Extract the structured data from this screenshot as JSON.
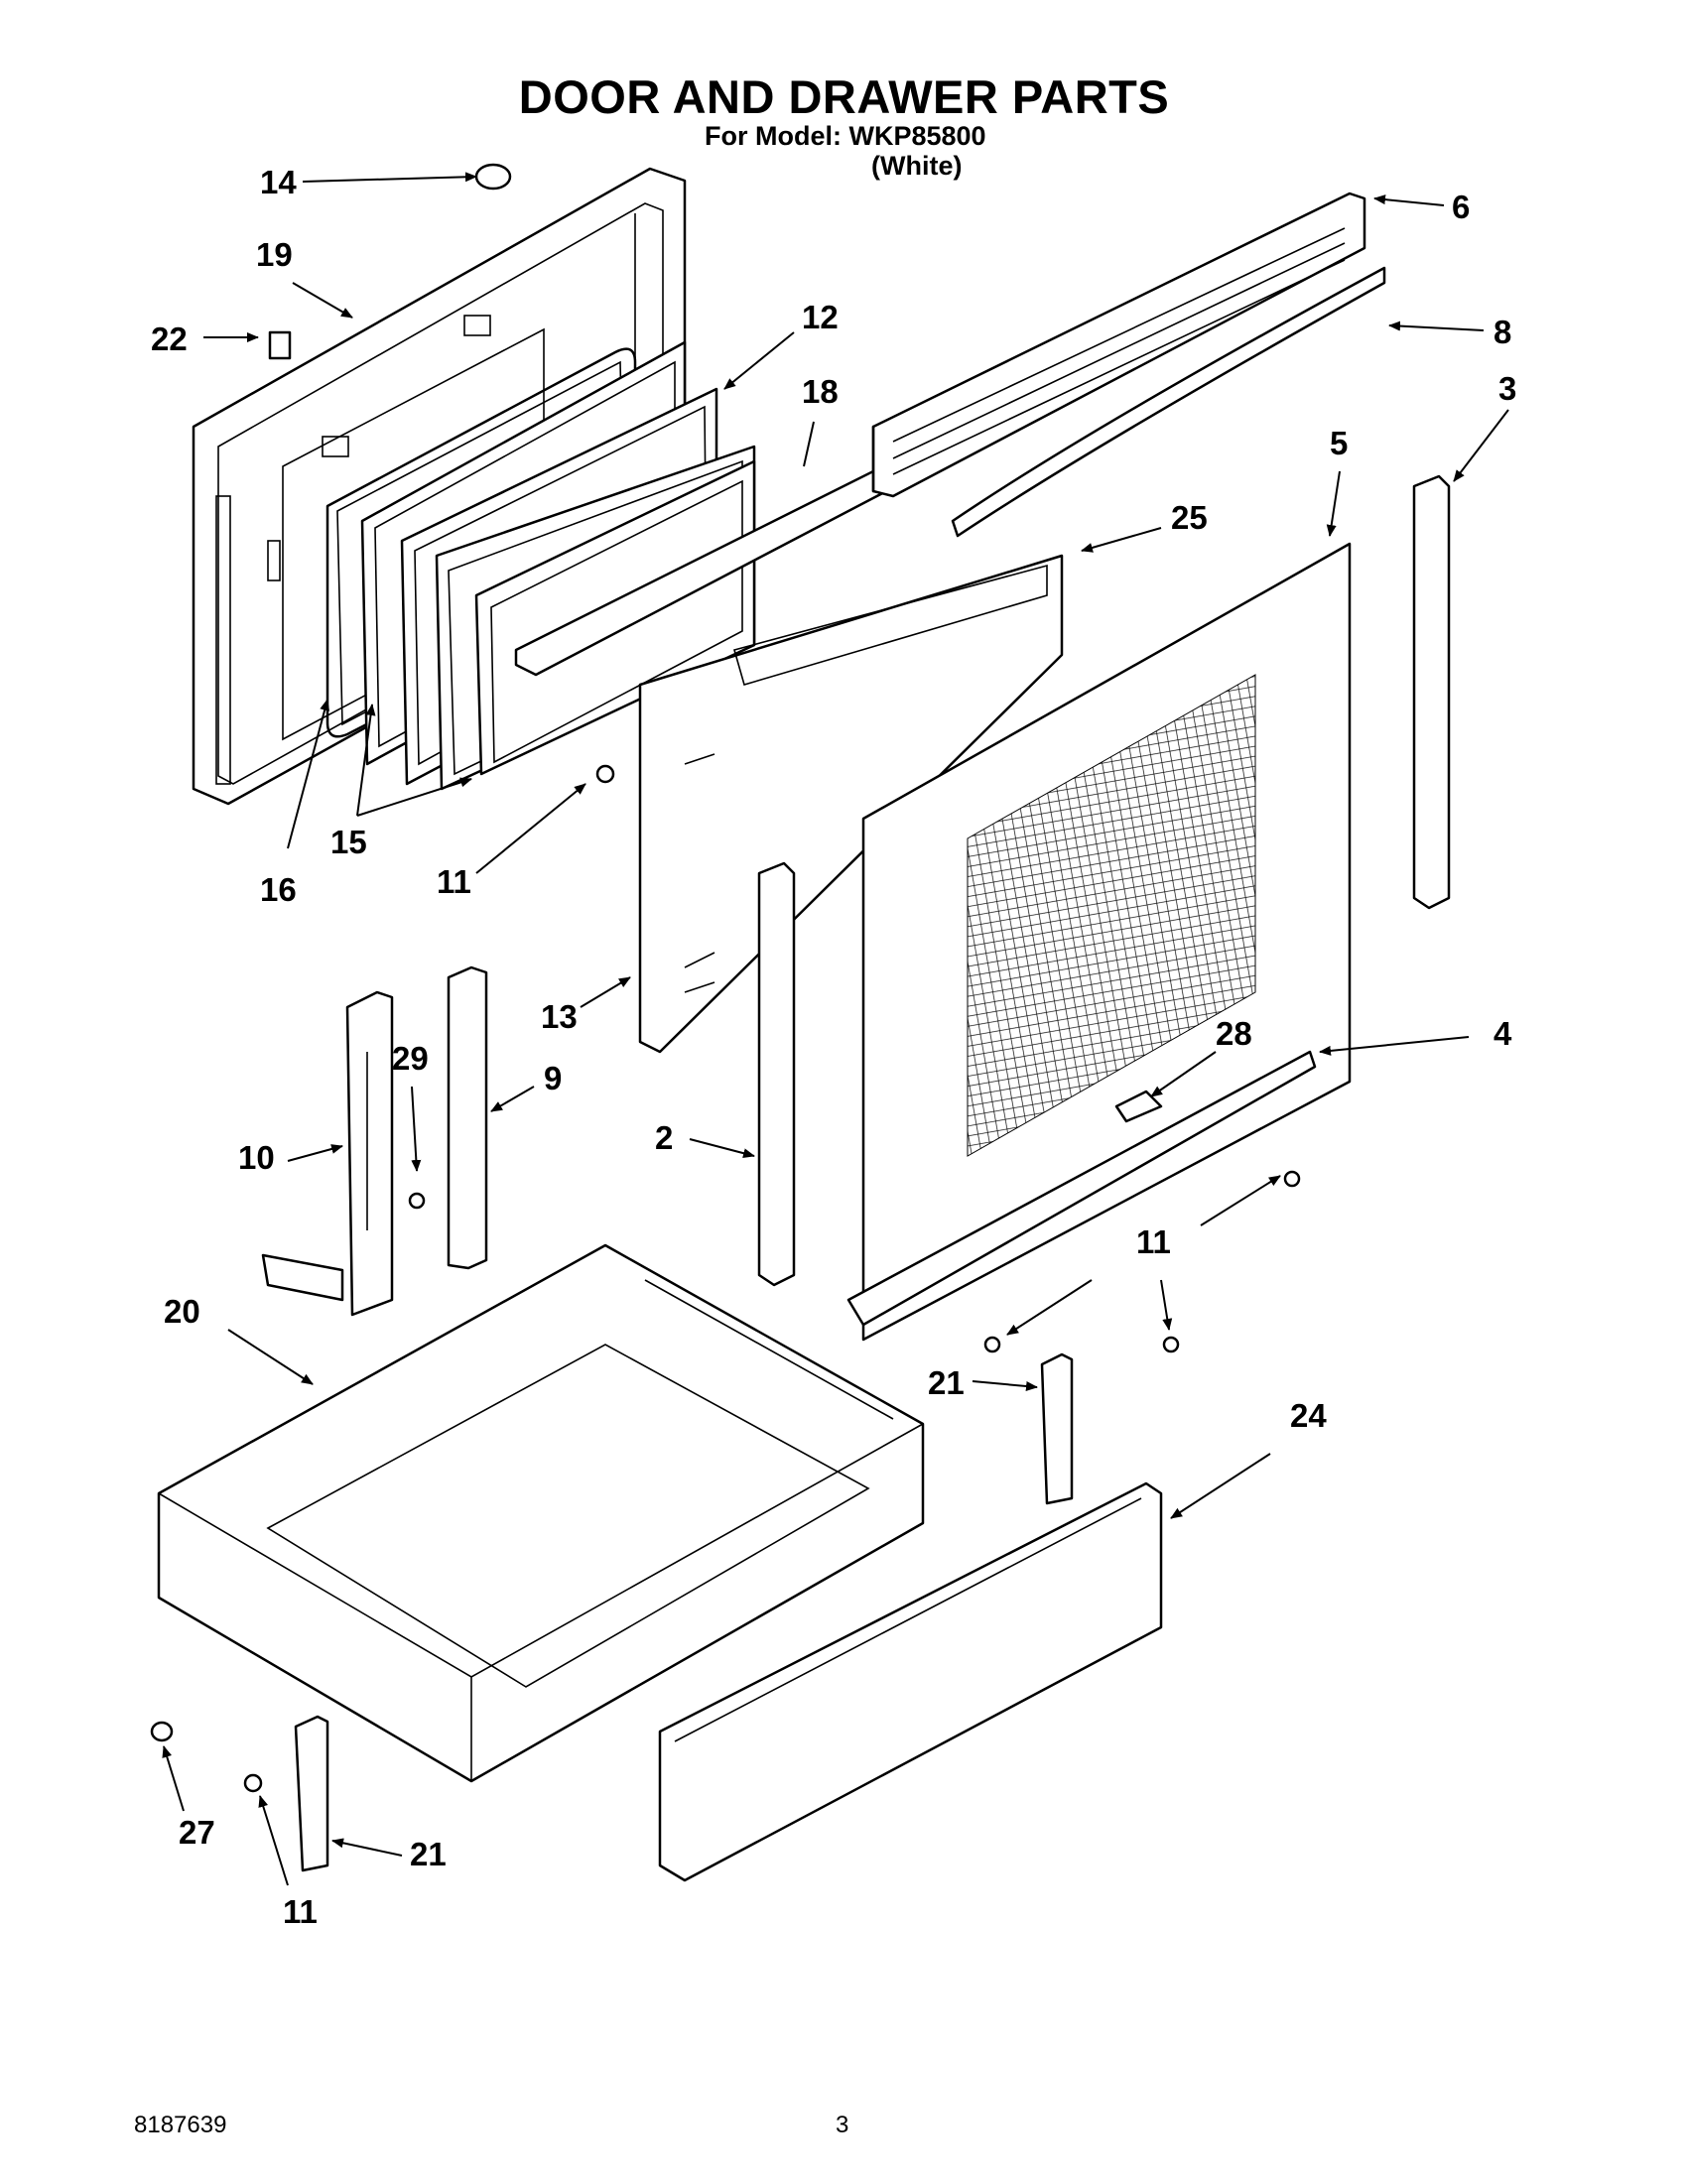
{
  "header": {
    "title": "DOOR AND DRAWER PARTS",
    "model_line": "For Model: WKP85800",
    "variant": "(White)"
  },
  "callouts": {
    "c14": "14",
    "c19": "19",
    "c22": "22",
    "c12": "12",
    "c18": "18",
    "c6": "6",
    "c8": "8",
    "c3": "3",
    "c5": "5",
    "c25": "25",
    "c16": "16",
    "c15": "15",
    "c11a": "11",
    "c13": "13",
    "c29": "29",
    "c9": "9",
    "c10": "10",
    "c2": "2",
    "c28": "28",
    "c4": "4",
    "c11b": "11",
    "c20": "20",
    "c21a": "21",
    "c24": "24",
    "c27": "27",
    "c21b": "21",
    "c11c": "11"
  },
  "footer": {
    "part_number": "8187639",
    "page_number": "3"
  }
}
